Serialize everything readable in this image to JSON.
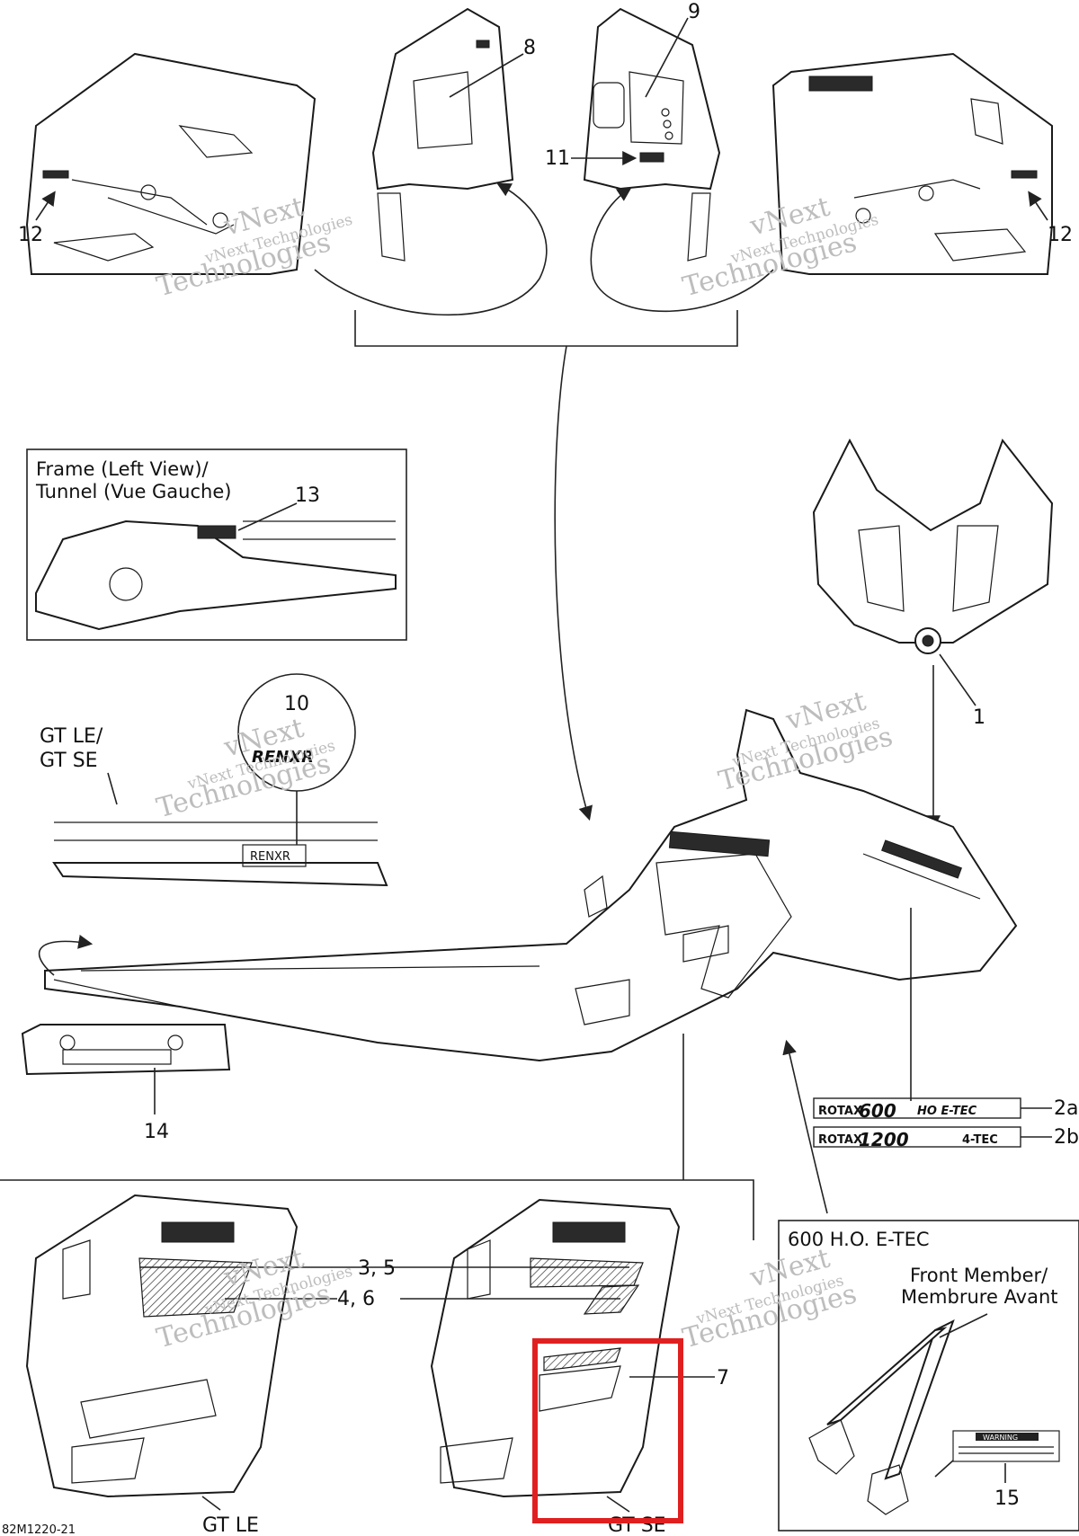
{
  "callouts": {
    "c1": "1",
    "c2a": "2a",
    "c2b": "2b",
    "c35": "3, 5",
    "c46": "4, 6",
    "c7": "7",
    "c8": "8",
    "c9": "9",
    "c10": "10",
    "c11": "11",
    "c12_left": "12",
    "c12_right": "12",
    "c13": "13",
    "c14": "14",
    "c15": "15"
  },
  "boxes": {
    "frame_title_1": "Frame (Left View)/",
    "frame_title_2": "Tunnel (Vue Gauche)",
    "engine_box_title": "600 H.O. E-TEC",
    "front_member_1": "Front Member/",
    "front_member_2": "Membrure Avant"
  },
  "variants": {
    "gt_le_se_1": "GT LE/",
    "gt_le_se_2": "GT SE",
    "gt_le": "GT LE",
    "gt_se": "GT SE"
  },
  "decals": {
    "rotax_600_brand": "ROTAX",
    "rotax_600_num": "600",
    "rotax_600_suffix": "HO E-TEC",
    "rotax_1200_brand": "ROTAX",
    "rotax_1200_num": "1200",
    "rotax_1200_suffix": "4-TEC",
    "warning": "WARNING",
    "renegade_logo": "RENXR"
  },
  "watermark": {
    "line1": "vNext",
    "line2": "vNext Technologies",
    "line3": "Technologies"
  },
  "figure_id": "82M1220-21",
  "highlight_color": "#e02020"
}
